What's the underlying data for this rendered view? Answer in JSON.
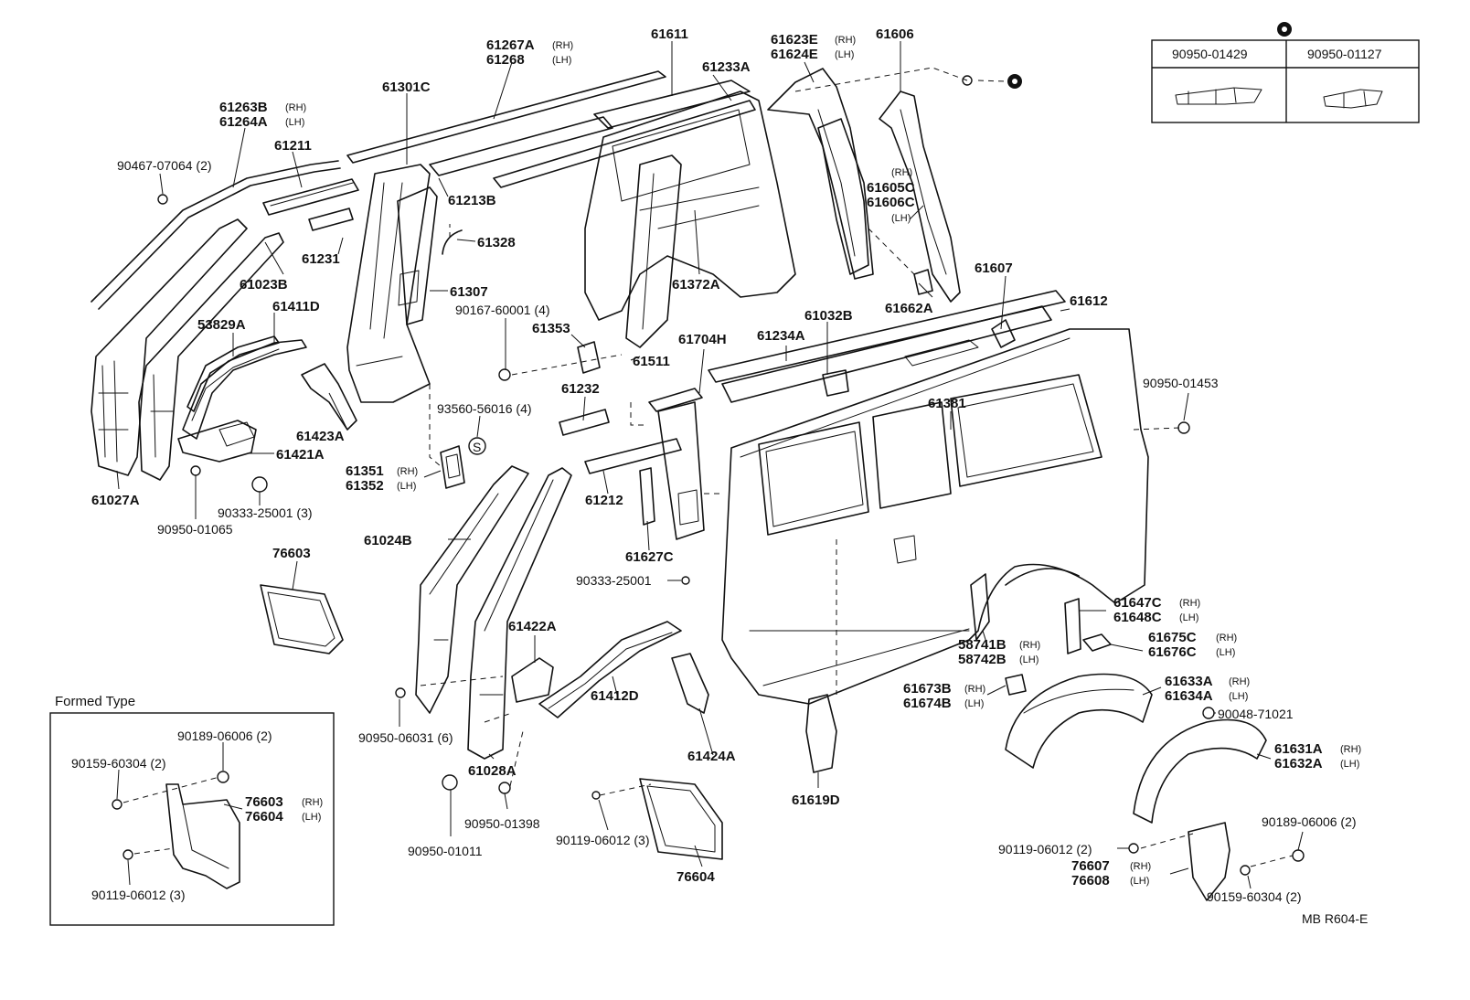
{
  "diagram": {
    "code": "MB R604-E",
    "inset_title": "Formed Type",
    "legend": {
      "marker": "●",
      "col1": "90950-01429",
      "col2": "90950-01127"
    },
    "labels": {
      "p61611": "61611",
      "p61267A": "61267A",
      "p61268": "61268",
      "p61623E": "61623E",
      "p61624E": "61624E",
      "p61606": "61606",
      "p61233A": "61233A",
      "p61301C": "61301C",
      "p61263B": "61263B",
      "p61264A": "61264A",
      "p61211": "61211",
      "p90467": "90467-07064 (2)",
      "p61213B": "61213B",
      "p61605C": "61605C",
      "p61606C": "61606C",
      "p61328": "61328",
      "p61231": "61231",
      "p61023B": "61023B",
      "p61372A": "61372A",
      "p61307": "61307",
      "p61607": "61607",
      "p61662A": "61662A",
      "p61612": "61612",
      "p61411D": "61411D",
      "p90167": "90167-60001 (4)",
      "p61032B": "61032B",
      "p53829A": "53829A",
      "p61353": "61353",
      "p61704H": "61704H",
      "p61234A": "61234A",
      "p61511": "61511",
      "p90950_01453": "90950-01453",
      "p61423A": "61423A",
      "p61232": "61232",
      "p61381": "61381",
      "p93560": "93560-56016 (4)",
      "p61421A": "61421A",
      "p61351": "61351",
      "p61352": "61352",
      "p61027A": "61027A",
      "p90333a": "90333-25001 (3)",
      "p90950_01065": "90950-01065",
      "p61212": "61212",
      "p61024B": "61024B",
      "p61627C": "61627C",
      "p76603": "76603",
      "p90333b": "90333-25001",
      "p61647C": "61647C",
      "p61648C": "61648C",
      "p61422A": "61422A",
      "p58741B": "58741B",
      "p58742B": "58742B",
      "p61675C": "61675C",
      "p61676C": "61676C",
      "p61412D": "61412D",
      "p61673B": "61673B",
      "p61674B": "61674B",
      "p61633A": "61633A",
      "p61634A": "61634A",
      "p90048": "90048-71021",
      "p90950_06031": "90950-06031 (6)",
      "p61424A": "61424A",
      "p61631A": "61631A",
      "p61632A": "61632A",
      "p61028A": "61028A",
      "p61619D": "61619D",
      "p90950_01398": "90950-01398",
      "p90950_01011": "90950-01011",
      "p90119_mid": "90119-06012 (3)",
      "p76604_mid": "76604",
      "p90189_r": "90189-06006 (2)",
      "p90119_r": "90119-06012 (2)",
      "p76607": "76607",
      "p76608": "76608",
      "p90159_r": "90159-60304 (2)",
      "i90189": "90189-06006 (2)",
      "i90159": "90159-60304 (2)",
      "i76603": "76603",
      "i76604": "76604",
      "i90119": "90119-06012 (3)"
    },
    "suffix": {
      "rh": "(RH)",
      "lh": "(LH)"
    }
  }
}
